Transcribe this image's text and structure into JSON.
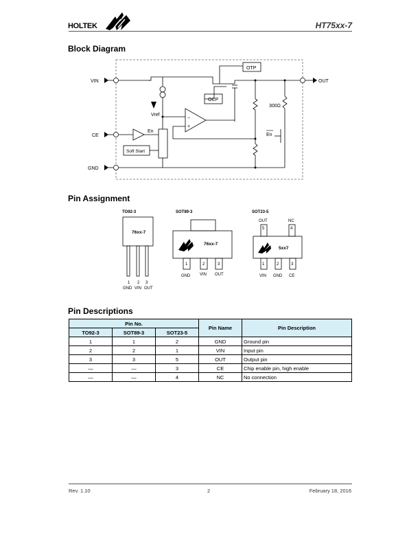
{
  "header": {
    "logo_text": "HOLTEK",
    "part_number": "HT75xx-7"
  },
  "sections": {
    "block_diagram": "Block Diagram",
    "pin_assignment": "Pin Assignment",
    "pin_descriptions": "Pin Descriptions"
  },
  "block_diagram": {
    "vin": "VIN",
    "out": "OUT",
    "ce": "CE",
    "gnd": "GND",
    "otp": "OTP",
    "ocp": "OCP",
    "vref": "Vref",
    "en": "En",
    "soft_start": "Soft Start",
    "resistor": "300Ω",
    "en_bar": "En",
    "minus": "−",
    "plus": "+"
  },
  "pin_assignment": {
    "to92": {
      "title": "TO92-3",
      "marking": "76xx-7",
      "pin_numbers": [
        "1",
        "2",
        "3"
      ],
      "pin_names": [
        "GND",
        "VIN",
        "OUT"
      ]
    },
    "sot89": {
      "title": "SOT89-3",
      "marking": "76xx-7",
      "pin_numbers": [
        "1",
        "2",
        "3"
      ],
      "pin_names": [
        "GND",
        "VIN",
        "OUT"
      ]
    },
    "sot23": {
      "title": "SOT23-5",
      "marking": "5xx7",
      "top_pins": [
        "5",
        "4"
      ],
      "top_names": [
        "OUT",
        "NC"
      ],
      "bottom_pins": [
        "1",
        "2",
        "3"
      ],
      "bottom_names": [
        "VIN",
        "GND",
        "CE"
      ]
    }
  },
  "pin_table": {
    "group_header": "Pin No.",
    "pin_name_header": "Pin Name",
    "pin_desc_header": "Pin Description",
    "sub_headers": [
      "TO92-3",
      "SOT89-3",
      "SOT23-5"
    ],
    "rows": [
      [
        "1",
        "1",
        "2",
        "GND",
        "Ground pin"
      ],
      [
        "2",
        "2",
        "1",
        "VIN",
        "Input pin"
      ],
      [
        "3",
        "3",
        "5",
        "OUT",
        "Output pin"
      ],
      [
        "—",
        "—",
        "3",
        "CE",
        "Chip enable pin, high enable"
      ],
      [
        "—",
        "—",
        "4",
        "NC",
        "No connection"
      ]
    ]
  },
  "footer": {
    "rev": "Rev. 1.10",
    "page": "2",
    "date": "February 18, 2016"
  }
}
